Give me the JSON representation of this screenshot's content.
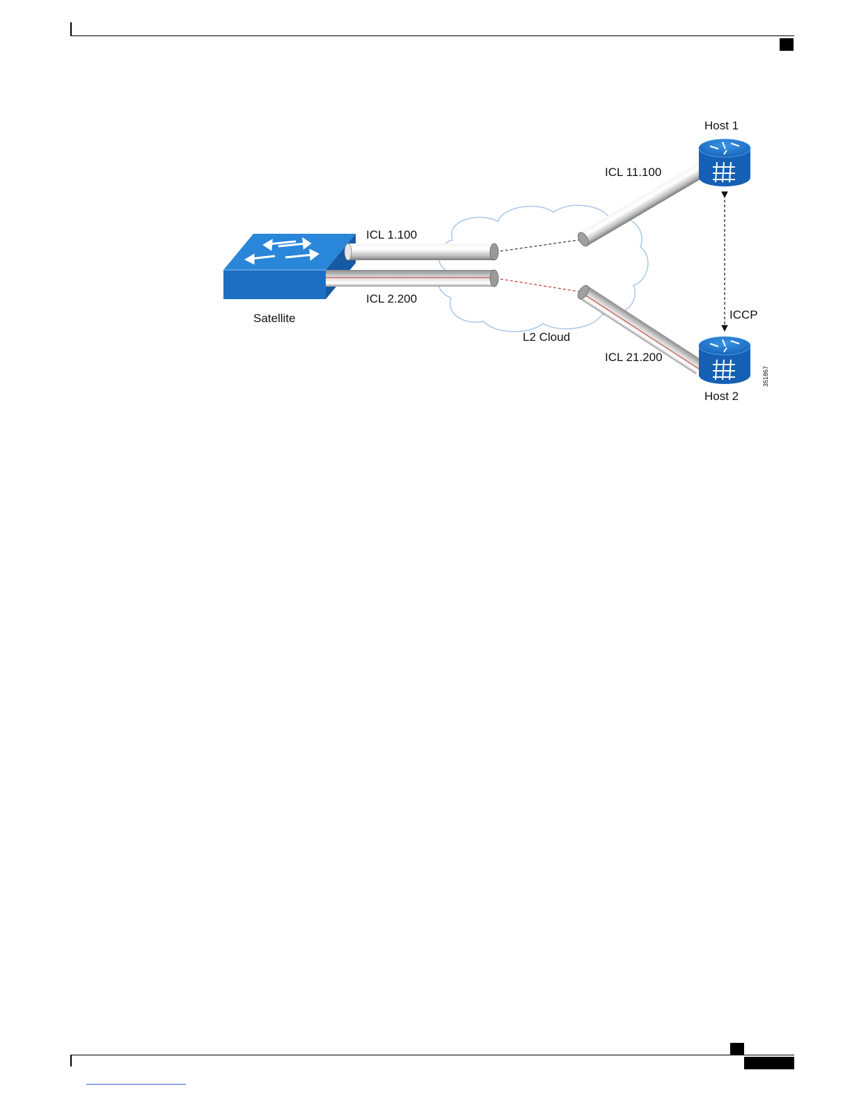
{
  "diagram": {
    "nodes": {
      "satellite": "Satellite",
      "host1": "Host 1",
      "host2": "Host 2",
      "cloud": "L2 Cloud"
    },
    "links": {
      "icl_1_100": "ICL 1.100",
      "icl_2_200": "ICL 2.200",
      "icl_11_100": "ICL 11.100",
      "icl_21_200": "ICL 21.200",
      "iccp": "ICCP"
    },
    "figure_id": "351867"
  },
  "colors": {
    "device_blue": "#1d6fc4",
    "device_top": "#2a86d9",
    "cloud_outline": "#a9c6e8",
    "tube_gray": "#b9b9b9",
    "red_line": "#c0392b"
  }
}
